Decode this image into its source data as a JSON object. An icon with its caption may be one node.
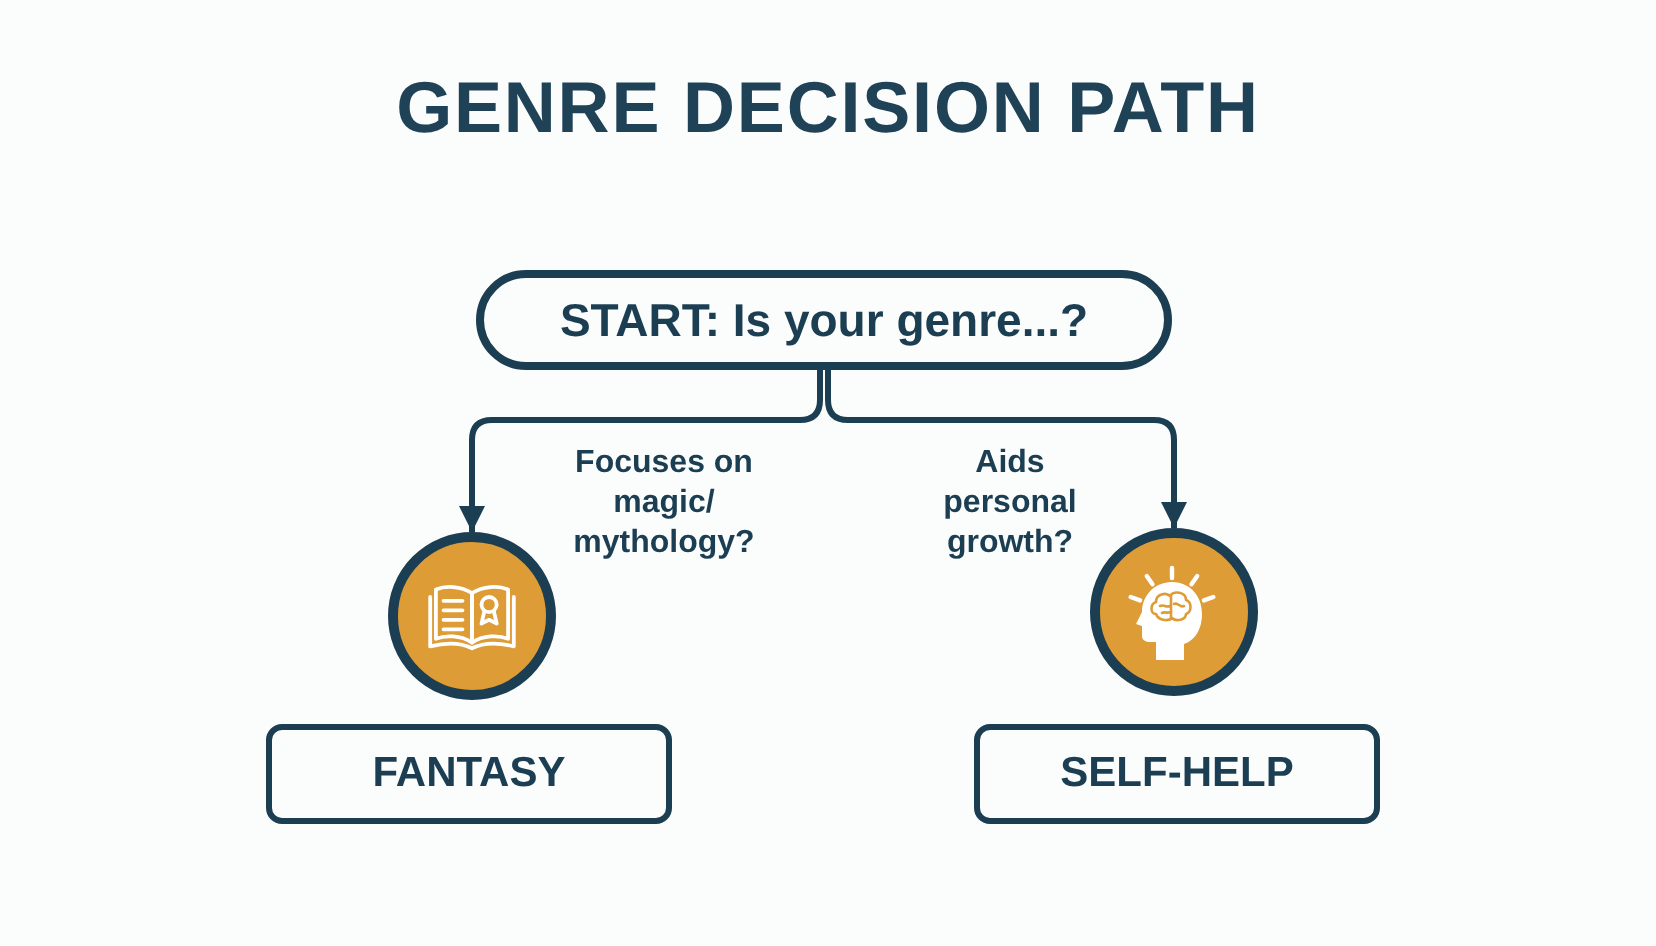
{
  "diagram": {
    "title": "GENRE DECISION PATH",
    "nodes": [
      {
        "text": [
          "START: Is your genre...?"
        ]
      },
      {
        "text": [],
        "shape": "circle"
      },
      {
        "text": [],
        "shape": "circle"
      },
      {
        "text": [
          "FANTASY"
        ]
      },
      {
        "text": [
          "SELF-HELP"
        ]
      }
    ],
    "edges": [
      {
        "from": 0,
        "to": 1,
        "arrow": "to",
        "label": "Focuses on magic/ mythology?"
      },
      {
        "from": 0,
        "to": 2,
        "arrow": "to",
        "label": "Aids personal growth?"
      }
    ]
  }
}
